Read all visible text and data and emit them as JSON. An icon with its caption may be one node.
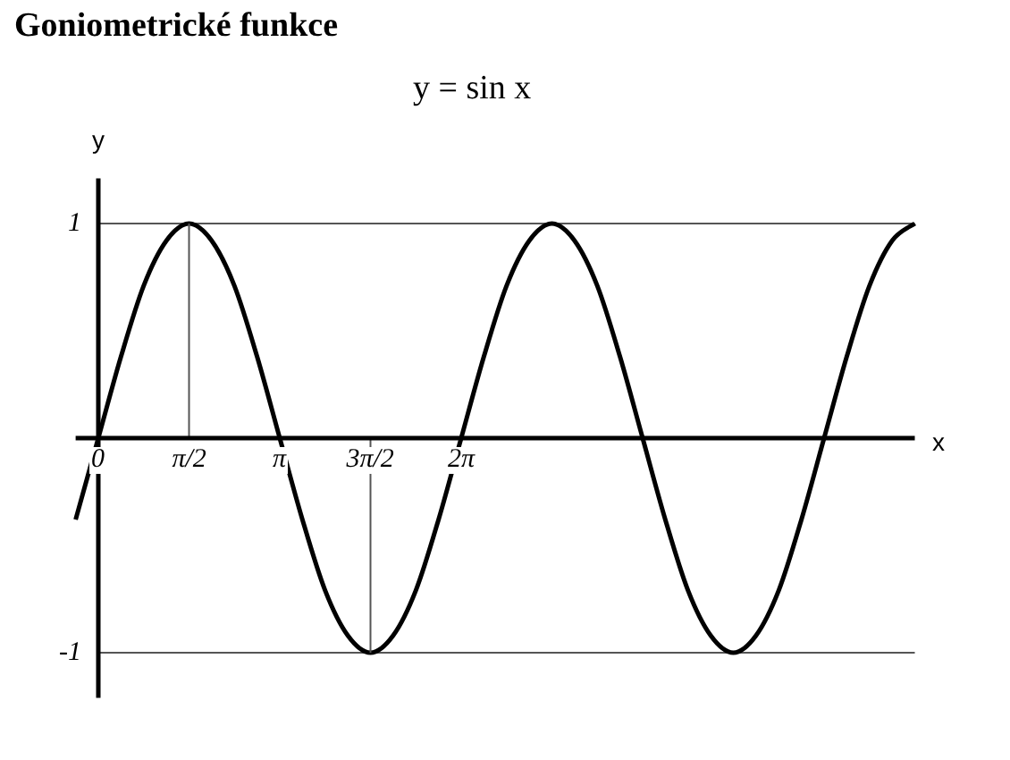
{
  "diagram": {
    "title": "Goniometrické funkce",
    "chart_data": {
      "type": "line",
      "title": "y = sin x",
      "xlabel": "x",
      "ylabel": "y",
      "x": [
        -0.3927,
        0,
        0.3927,
        0.7854,
        1.1781,
        1.5708,
        1.9635,
        2.3562,
        2.7489,
        3.1416,
        3.5343,
        3.927,
        4.3197,
        4.7124,
        5.1051,
        5.4978,
        5.8905,
        6.2832,
        6.6759,
        7.0686,
        7.4613,
        7.854,
        8.2467,
        8.6394,
        9.0321,
        9.4248,
        9.8175,
        10.2102,
        10.6029,
        10.9956,
        11.3883,
        11.781,
        12.1737,
        12.5664,
        12.9591,
        13.3518,
        13.7445,
        14.1372
      ],
      "series": [
        {
          "color": "#000000",
          "values": [
            -0.38,
            0,
            0.38,
            0.71,
            0.92,
            1,
            0.92,
            0.71,
            0.38,
            0,
            -0.38,
            -0.71,
            -0.92,
            -1,
            -0.92,
            -0.71,
            -0.38,
            0,
            0.38,
            0.71,
            0.92,
            1,
            0.92,
            0.71,
            0.38,
            0,
            -0.38,
            -0.71,
            -0.92,
            -1,
            -0.92,
            -0.71,
            -0.38,
            0,
            0.38,
            0.71,
            0.92,
            1
          ]
        }
      ],
      "ref_lines": [
        {
          "axis": "x",
          "value": 1.5708
        },
        {
          "axis": "x",
          "value": 4.7124
        }
      ],
      "xlim": [
        -0.3927,
        14.1372
      ],
      "ylim": [
        -1.21,
        1.21
      ],
      "xticks": [
        {
          "value": 0,
          "label": "0"
        },
        {
          "value": 1.5708,
          "label": "π/2"
        },
        {
          "value": 3.1416,
          "label": "π"
        },
        {
          "value": 4.7124,
          "label": "3π/2"
        },
        {
          "value": 6.2832,
          "label": "2π"
        }
      ],
      "yticks": [
        {
          "value": 1,
          "label": "1"
        },
        {
          "value": -1,
          "label": "-1"
        }
      ]
    }
  }
}
